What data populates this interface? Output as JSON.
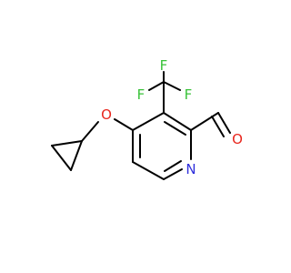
{
  "molecule": {
    "atoms": {
      "ring_nitrogen": {
        "text": "N",
        "color": "#2f2fdc"
      },
      "ether_oxygen": {
        "text": "O",
        "color": "#e8261d"
      },
      "aldehyde_oxygen": {
        "text": "O",
        "color": "#e8261d"
      },
      "fluorine_top": {
        "text": "F",
        "color": "#38c238"
      },
      "fluorine_left": {
        "text": "F",
        "color": "#38c238"
      },
      "fluorine_right": {
        "text": "F",
        "color": "#38c238"
      }
    },
    "bond_color": "#000000"
  }
}
